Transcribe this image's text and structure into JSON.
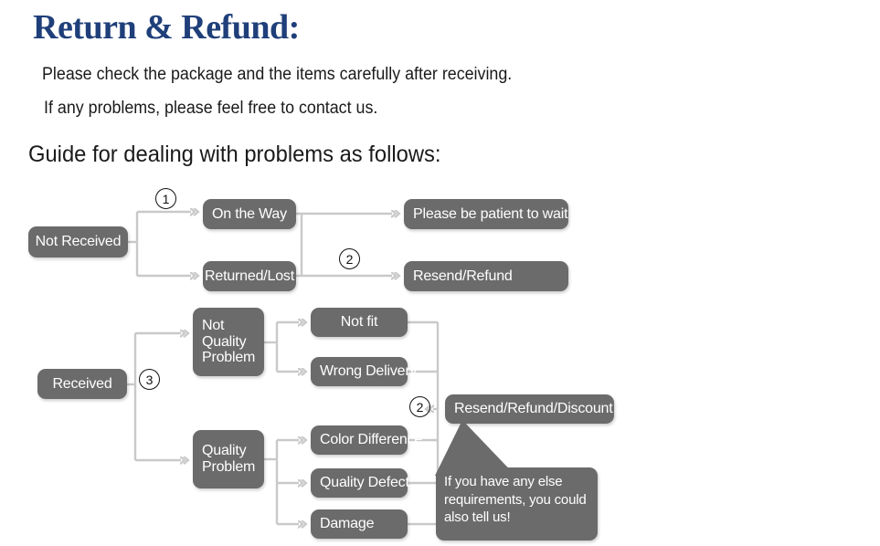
{
  "header": {
    "title": "Return & Refund:",
    "title_color": "#1f3f7a",
    "intro_line_1": "Please check the package and the items carefully after receiving.",
    "intro_line_2": "If any problems, please feel free to contact us.",
    "guide_heading": "Guide for dealing with problems as follows:"
  },
  "theme": {
    "node_fill": "#6b6b6b",
    "node_text": "#ffffff",
    "line_color": "#bdbdbd",
    "marker_color": "#111111",
    "background": "#ffffff"
  },
  "flow": {
    "nodes": {
      "not_received": "Not Received",
      "on_the_way": "On the Way",
      "returned_lost": "Returned/Lost",
      "be_patient": "Please be patient to wait",
      "resend_refund": "Resend/Refund",
      "received": "Received",
      "not_quality_problem": "Not\nQuality\nProblem",
      "quality_problem": "Quality\nProblem",
      "not_fit": "Not fit",
      "wrong_delivery": "Wrong Delivery",
      "color_difference": "Color Difference",
      "quality_defect": "Quality Defect",
      "damage": "Damage",
      "resend_refund_discount": "Resend/Refund/Discount"
    },
    "markers": {
      "m1": "1",
      "m2": "2",
      "m3": "3",
      "m4": "2"
    },
    "bubble": {
      "text": "If you have any else\nrequirements, you could\nalso tell us!"
    }
  }
}
